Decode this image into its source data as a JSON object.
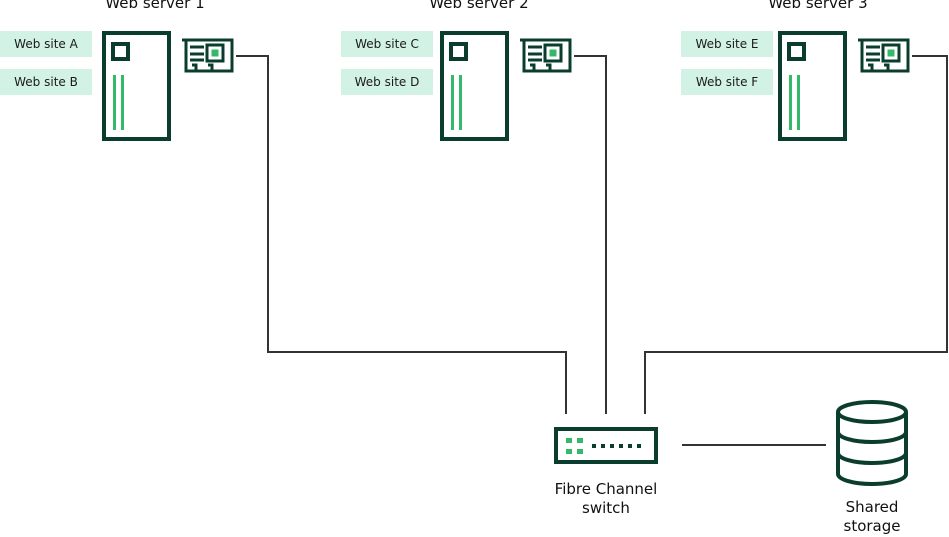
{
  "servers": [
    {
      "title": "Web server 1",
      "sites": [
        "Web site A",
        "Web site B"
      ]
    },
    {
      "title": "Web server 2",
      "sites": [
        "Web site C",
        "Web site D"
      ]
    },
    {
      "title": "Web server 3",
      "sites": [
        "Web site E",
        "Web site F"
      ]
    }
  ],
  "switch": {
    "line1": "Fibre Channel",
    "line2": "switch"
  },
  "storage": {
    "line1": "Shared",
    "line2": "storage"
  },
  "colors": {
    "dark": "#0b3d2e",
    "accent": "#34b96b",
    "site_bg": "#d3f2e6",
    "wire": "#333333"
  }
}
